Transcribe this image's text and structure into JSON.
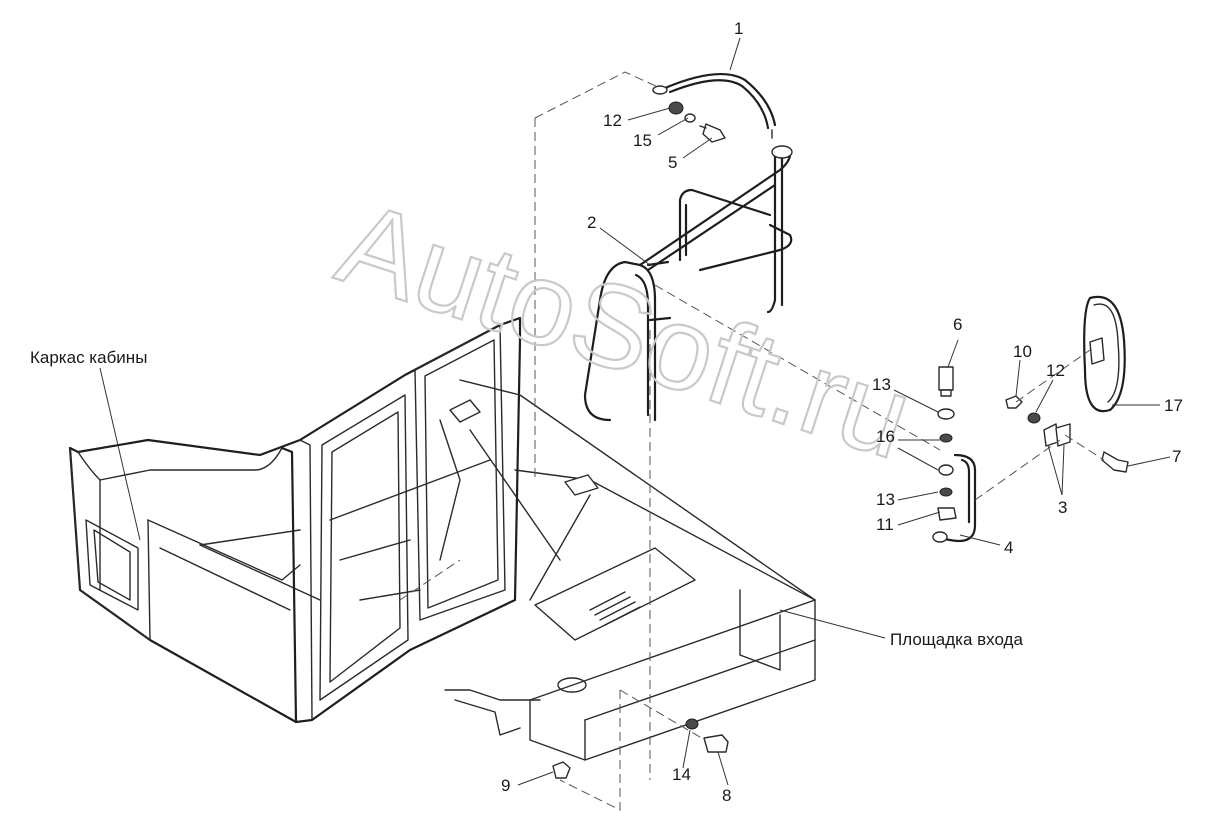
{
  "watermark": "AutoSoft.ru",
  "labels": {
    "cab_frame": "Каркас кабины",
    "entry_platform": "Площадка входа"
  },
  "callouts": [
    "1",
    "12",
    "15",
    "5",
    "2",
    "6",
    "13",
    "16",
    "13",
    "11",
    "10",
    "12",
    "3",
    "17",
    "7",
    "4",
    "9",
    "14",
    "8"
  ]
}
